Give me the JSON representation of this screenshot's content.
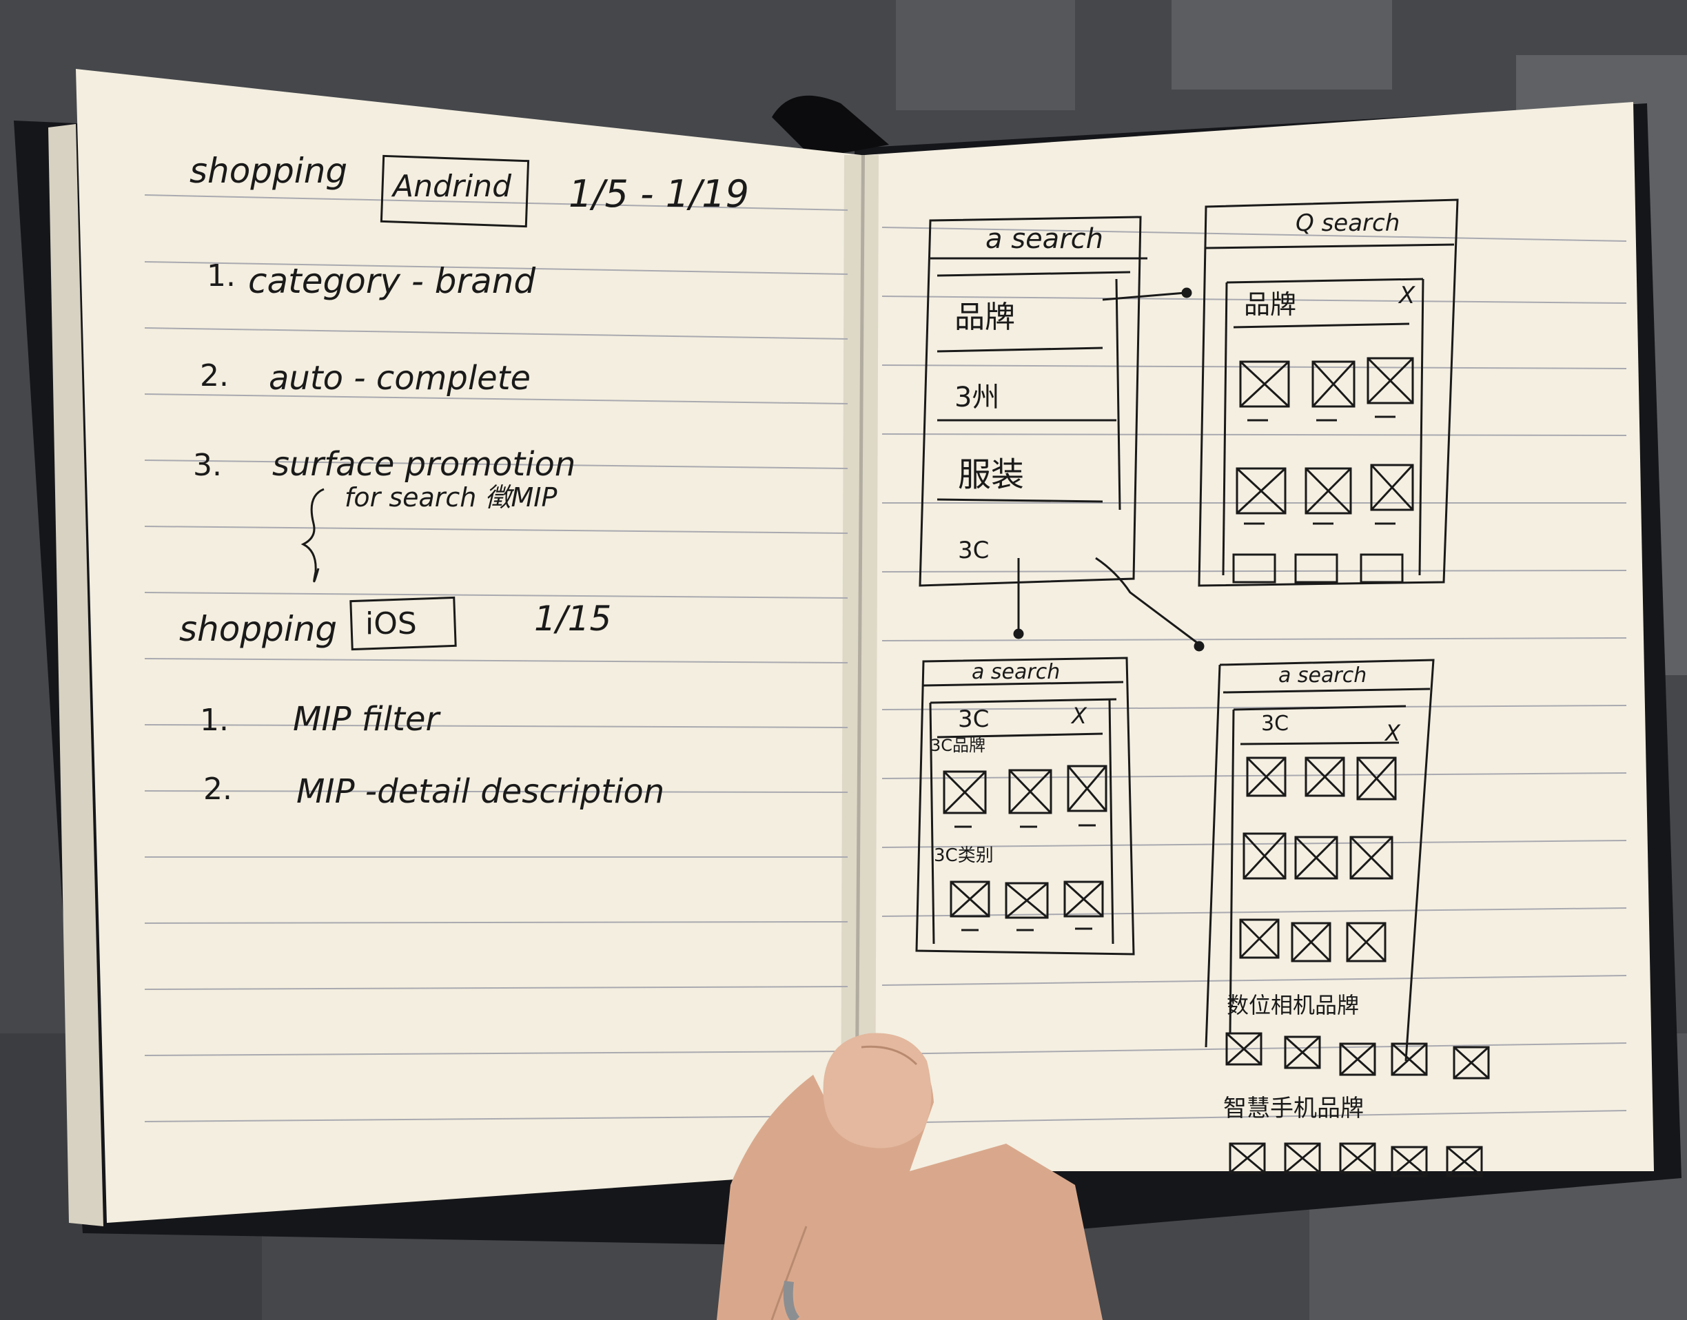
{
  "left_page": {
    "android_heading": {
      "word": "shopping",
      "platform": "Andrind",
      "dates": "1/5 - 1/19"
    },
    "android_items": [
      {
        "num": "1.",
        "text": "category - brand"
      },
      {
        "num": "2.",
        "text": "auto - complete"
      },
      {
        "num": "3.",
        "text": "surface promotion"
      }
    ],
    "android_sub_note": "for search 徵MIP",
    "ios_heading": {
      "word": "shopping",
      "platform": "iOS",
      "date": "1/15"
    },
    "ios_items": [
      {
        "num": "1.",
        "text": "MIP filter"
      },
      {
        "num": "2.",
        "text": "MIP -detail description"
      }
    ]
  },
  "right_page": {
    "screen_1": {
      "search": "a search",
      "rows": [
        "品牌",
        "3州",
        "服装",
        "3C"
      ]
    },
    "screen_2": {
      "search": "Q search",
      "chip": "品牌",
      "close": "X"
    },
    "screen_3": {
      "search": "a search",
      "chip": "3C",
      "close": "X",
      "section_1": "3C品牌",
      "section_2": "3C类别"
    },
    "screen_4": {
      "search": "a search",
      "chip": "3C",
      "close": "X",
      "section_1": "数位相机品牌",
      "section_2": "智慧手机品牌"
    }
  },
  "colors": {
    "paper": "#f3eedf",
    "ink": "#1a1a1a",
    "rule": "#a9a9b0",
    "cover": "#15161a",
    "skin": "#d9a88c"
  }
}
